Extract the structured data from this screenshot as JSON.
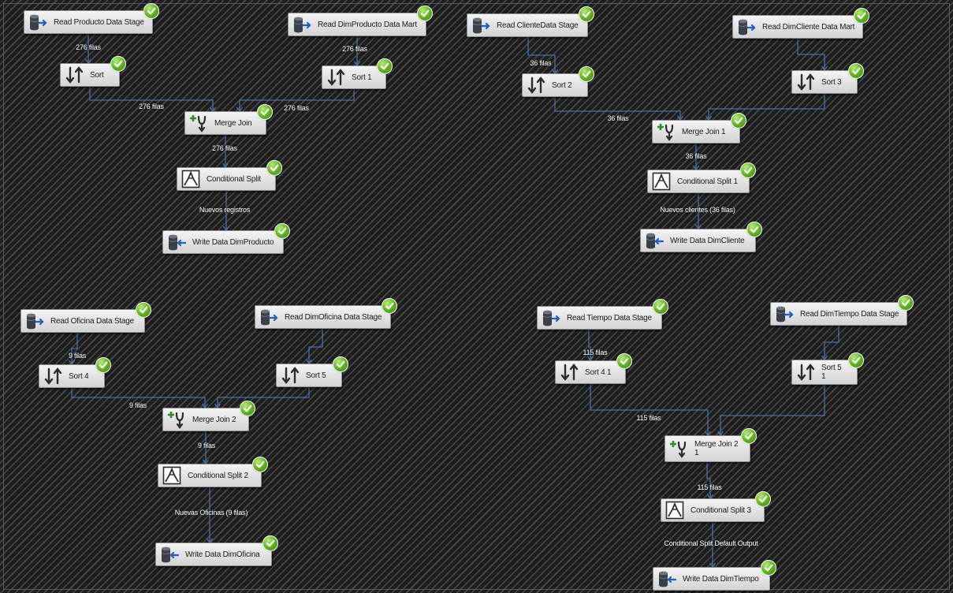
{
  "colors": {
    "wire": "#4a6fa8",
    "check": "#5fae1f",
    "node_bg": "#e6e6e6",
    "label_text": "#ffffff"
  },
  "nodes": [
    {
      "id": "read_producto_stage",
      "label": "Read Producto Data Stage",
      "icon": "source-database-icon"
    },
    {
      "id": "read_dimproducto_mart",
      "label": "Read DimProducto Data Mart",
      "icon": "source-database-icon"
    },
    {
      "id": "sort",
      "label": "Sort",
      "icon": "sort-icon"
    },
    {
      "id": "sort_1",
      "label": "Sort 1",
      "icon": "sort-icon"
    },
    {
      "id": "merge_join",
      "label": "Merge Join",
      "icon": "merge-join-icon"
    },
    {
      "id": "conditional_split",
      "label": "Conditional Split",
      "icon": "conditional-split-icon"
    },
    {
      "id": "write_dimproducto",
      "label": "Write Data DimProducto",
      "icon": "destination-database-icon"
    },
    {
      "id": "read_cliente_stage",
      "label": "Read ClienteData Stage",
      "icon": "source-database-icon"
    },
    {
      "id": "read_dimcliente_mart",
      "label": "Read DimCliente Data Mart",
      "icon": "source-database-icon"
    },
    {
      "id": "sort_2",
      "label": "Sort 2",
      "icon": "sort-icon"
    },
    {
      "id": "sort_3",
      "label": "Sort 3",
      "icon": "sort-icon"
    },
    {
      "id": "merge_join_1",
      "label": "Merge Join 1",
      "icon": "merge-join-icon"
    },
    {
      "id": "conditional_split_1",
      "label": "Conditional Split 1",
      "icon": "conditional-split-icon"
    },
    {
      "id": "write_dimcliente",
      "label": "Write Data DimCliente",
      "icon": "destination-database-icon"
    },
    {
      "id": "read_oficina_stage",
      "label": "Read Oficina Data Stage",
      "icon": "source-database-icon"
    },
    {
      "id": "read_dimoficina_stage",
      "label": "Read DimOficina Data Stage",
      "icon": "source-database-icon"
    },
    {
      "id": "sort_4",
      "label": "Sort 4",
      "icon": "sort-icon"
    },
    {
      "id": "sort_5",
      "label": "Sort 5",
      "icon": "sort-icon"
    },
    {
      "id": "merge_join_2",
      "label": "Merge Join 2",
      "icon": "merge-join-icon"
    },
    {
      "id": "conditional_split_2",
      "label": "Conditional Split 2",
      "icon": "conditional-split-icon"
    },
    {
      "id": "write_dimoficina",
      "label": "Write Data DimOficina",
      "icon": "destination-database-icon"
    },
    {
      "id": "read_tiempo_stage",
      "label": "Read Tiempo Data Stage",
      "icon": "source-database-icon"
    },
    {
      "id": "read_dimtiempo_stage",
      "label": "Read DimTiempo Data Stage",
      "icon": "source-database-icon"
    },
    {
      "id": "sort_4_1",
      "label": "Sort 4 1",
      "icon": "sort-icon"
    },
    {
      "id": "sort_5_1",
      "label": "Sort 5\n1",
      "icon": "sort-icon"
    },
    {
      "id": "merge_join_2_1",
      "label": "Merge Join 2\n1",
      "icon": "merge-join-icon"
    },
    {
      "id": "conditional_split_3",
      "label": "Conditional Split 3",
      "icon": "conditional-split-icon"
    },
    {
      "id": "write_dimtiempo",
      "label": "Write Data DimTiempo",
      "icon": "destination-database-icon"
    }
  ],
  "edge_labels": [
    {
      "id": "e1",
      "text": "276 filas"
    },
    {
      "id": "e2",
      "text": "276 filas"
    },
    {
      "id": "e3",
      "text": "276 filas"
    },
    {
      "id": "e4",
      "text": "276 filas"
    },
    {
      "id": "e5",
      "text": "276 filas"
    },
    {
      "id": "e6",
      "text": "Nuevos registros"
    },
    {
      "id": "e7",
      "text": "36 filas"
    },
    {
      "id": "e8",
      "text": "36 filas"
    },
    {
      "id": "e9",
      "text": "36 filas"
    },
    {
      "id": "e10",
      "text": "Nuevos clientes (36 filas)"
    },
    {
      "id": "e11",
      "text": "9 filas"
    },
    {
      "id": "e12",
      "text": "9 filas"
    },
    {
      "id": "e13",
      "text": "9 filas"
    },
    {
      "id": "e14",
      "text": "Nuevas Oficinas (9 filas)"
    },
    {
      "id": "e15",
      "text": "115 filas"
    },
    {
      "id": "e16",
      "text": "115 filas"
    },
    {
      "id": "e17",
      "text": "115 filas"
    },
    {
      "id": "e18",
      "text": "Conditional Split Default Output"
    }
  ]
}
